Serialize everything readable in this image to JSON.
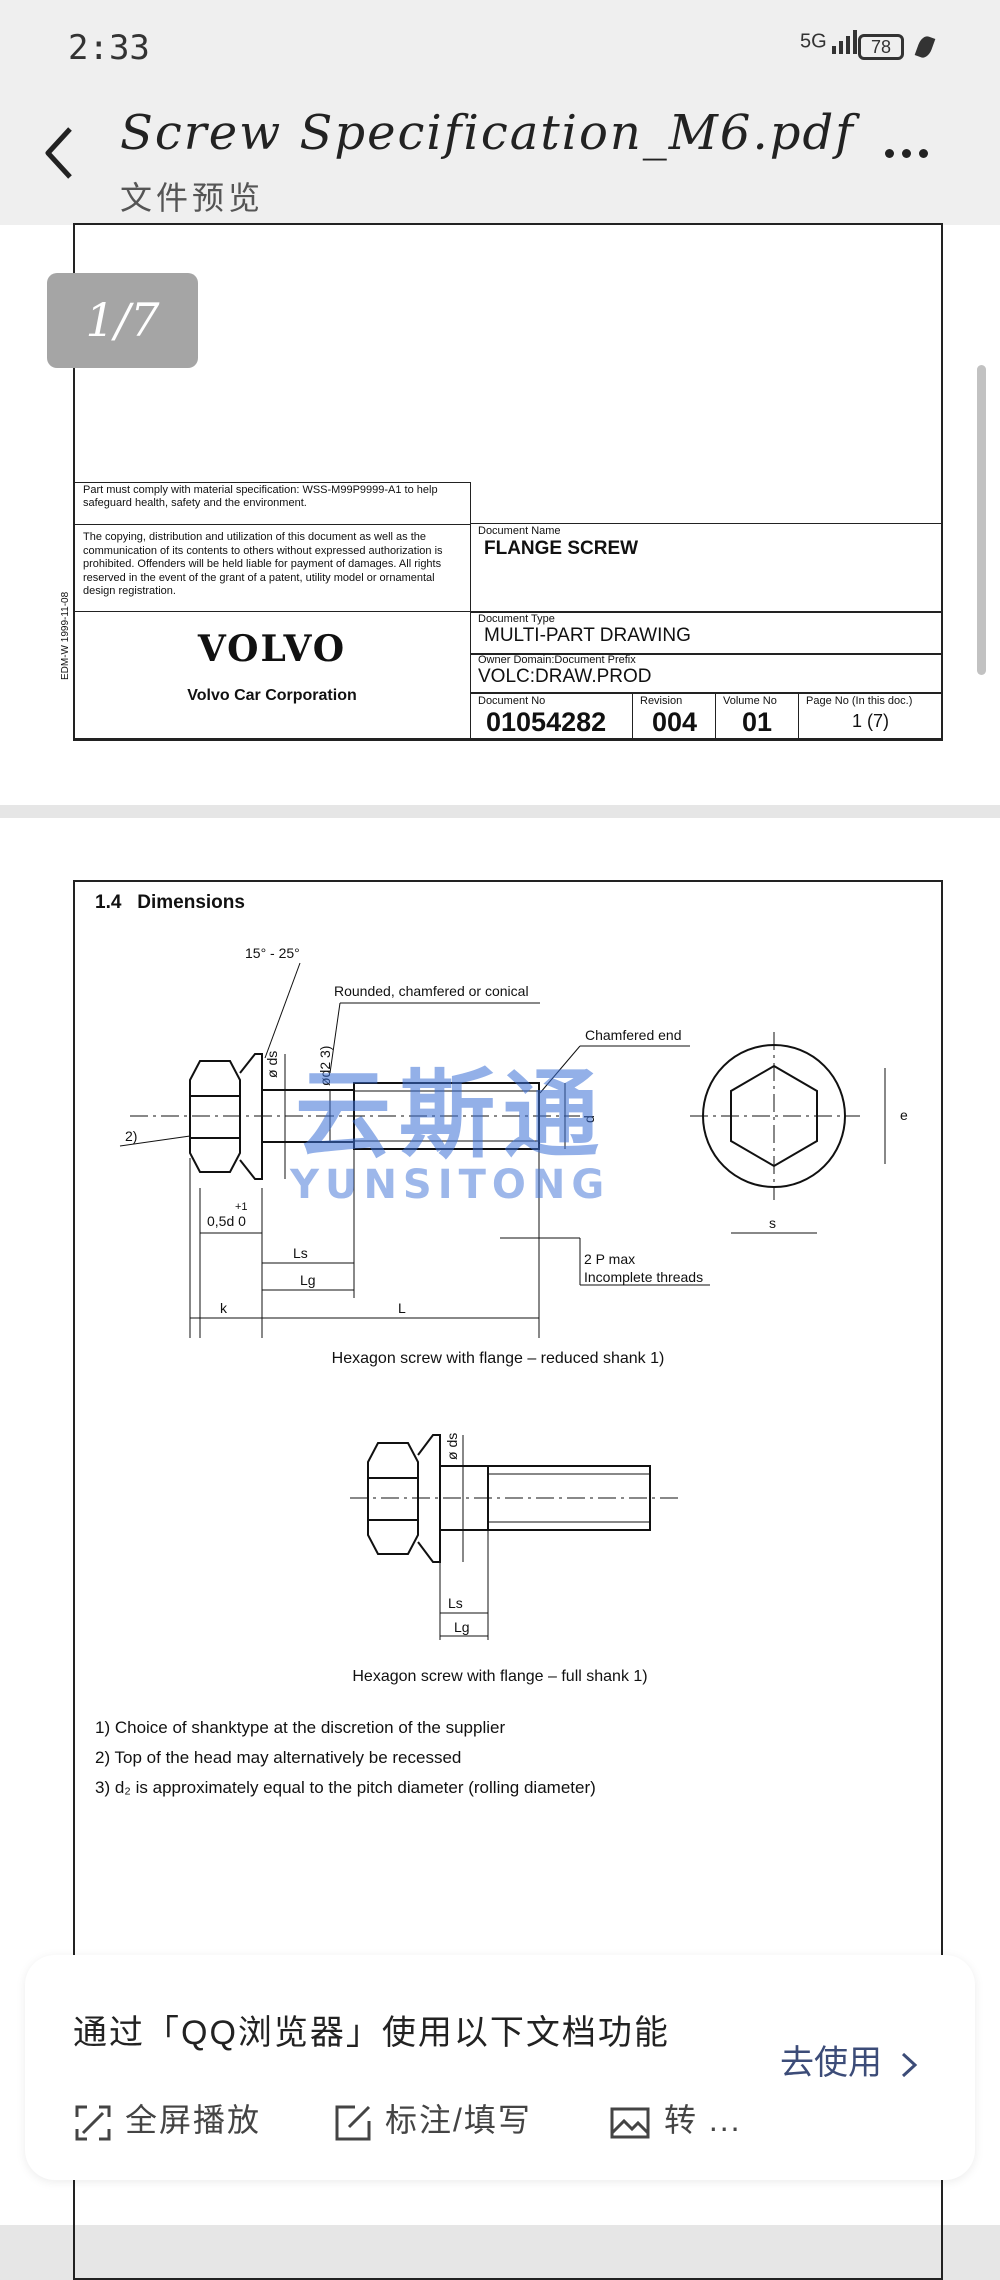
{
  "status": {
    "time": "2:33",
    "signal": "5G",
    "battery": "78"
  },
  "header": {
    "title": "Screw Specification_M6.pdf",
    "subtitle": "文件预览"
  },
  "pager": {
    "label": "1/7"
  },
  "title_block": {
    "material_note": "Part must comply with material specification: WSS-M99P9999-A1 to help safeguard health, safety and the environment.",
    "copyright": "The copying, distribution and utilization of this document as well as the communication of its contents to others without expressed authorization is prohibited. Offenders will be held liable for payment of damages. All rights reserved in the event of the grant of a patent, utility model or ornamental design registration.",
    "side_code": "EDM-W 1999-11-08",
    "logo": "VOLVO",
    "company": "Volvo Car Corporation",
    "doc_name_label": "Document Name",
    "doc_name": "FLANGE SCREW",
    "doc_type_label": "Document Type",
    "doc_type": "MULTI-PART DRAWING",
    "owner_label": "Owner Domain:Document Prefix",
    "owner": "VOLC:DRAW.PROD",
    "doc_no_label": "Document No",
    "doc_no": "01054282",
    "revision_label": "Revision",
    "revision": "004",
    "volume_label": "Volume No",
    "volume": "01",
    "page_label": "Page No (In this doc.)",
    "page_no": "1 (7)"
  },
  "section": {
    "heading": "1.4   Dimensions",
    "labels": {
      "angle": "15° - 25°",
      "rounded": "Rounded, chamfered or conical",
      "chamfered_end": "Chamfered end",
      "ds": "ø ds",
      "d2": "ød2 3)",
      "d": "d",
      "e": "e",
      "s": "s",
      "ref2": "2)",
      "half_d": "0,5d 0",
      "tol": "+1",
      "Ls": "Ls",
      "Lg": "Lg",
      "L": "L",
      "k": "k",
      "pitch": "2 P max",
      "incomplete": "Incomplete threads"
    },
    "caption1": "Hexagon screw with flange – reduced shank 1)",
    "caption2": "Hexagon screw with flange – full shank 1)",
    "notes": [
      "1) Choice of shanktype at the discretion of the supplier",
      "2) Top of the head may alternatively be recessed",
      "3) d₂ is approximately equal to the pitch diameter (rolling diameter)"
    ],
    "watermark_cn": "云斯通",
    "watermark_en": "YUNSITONG"
  },
  "sheet": {
    "title": "通过「QQ浏览器」使用以下文档功能",
    "cta": "去使用",
    "actions": [
      "全屏播放",
      "标注/填写",
      "转 ..."
    ]
  }
}
